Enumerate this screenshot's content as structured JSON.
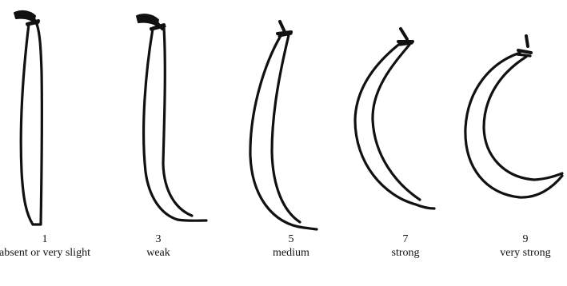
{
  "figure": {
    "levels": [
      {
        "note": "1",
        "label": "absent or very slight"
      },
      {
        "note": "3",
        "label": "weak"
      },
      {
        "note": "5",
        "label": "medium"
      },
      {
        "note": "7",
        "label": "strong"
      },
      {
        "note": "9",
        "label": "very strong"
      }
    ]
  }
}
